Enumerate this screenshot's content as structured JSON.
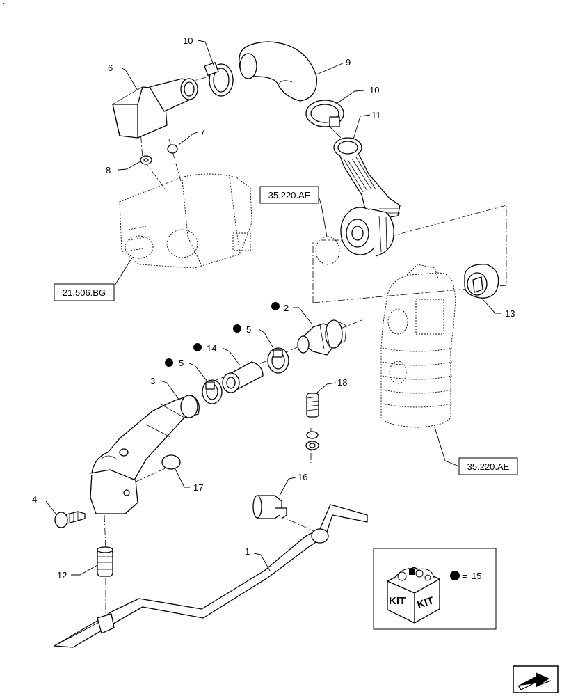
{
  "callouts": {
    "c1": "1",
    "c2": "2",
    "c3": "3",
    "c4": "4",
    "c5a": "5",
    "c5b": "5",
    "c6": "6",
    "c7": "7",
    "c8": "8",
    "c9": "9",
    "c10a": "10",
    "c10b": "10",
    "c11": "11",
    "c12": "12",
    "c13": "13",
    "c14": "14",
    "c16": "16",
    "c17": "17",
    "c18": "18"
  },
  "references": {
    "ref_top": "35.220.AE",
    "ref_bottom": "35.220.AE",
    "ref_pump": "21.506.BG"
  },
  "kit": {
    "text_left": "KIT",
    "text_right": "KIT",
    "legend_value": "15"
  },
  "icons": [
    "kit-box-icon",
    "kit-bullet-icon",
    "navigation-arrow-icon"
  ]
}
